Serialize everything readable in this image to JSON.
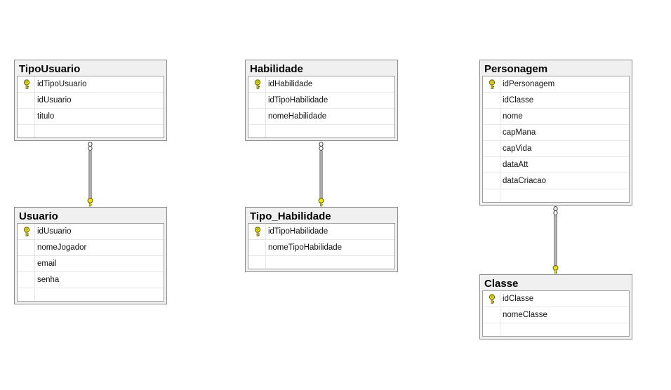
{
  "tables": [
    {
      "id": "tipousuario",
      "title": "TipoUsuario",
      "columns": [
        {
          "name": "idTipoUsuario",
          "pk": true
        },
        {
          "name": "idUsuario",
          "pk": false
        },
        {
          "name": "titulo",
          "pk": false
        }
      ]
    },
    {
      "id": "usuario",
      "title": "Usuario",
      "columns": [
        {
          "name": "idUsuario",
          "pk": true
        },
        {
          "name": "nomeJogador",
          "pk": false
        },
        {
          "name": "email",
          "pk": false
        },
        {
          "name": "senha",
          "pk": false
        }
      ]
    },
    {
      "id": "habilidade",
      "title": "Habilidade",
      "columns": [
        {
          "name": "idHabilidade",
          "pk": true
        },
        {
          "name": "idTipoHabilidade",
          "pk": false
        },
        {
          "name": "nomeHabilidade",
          "pk": false
        }
      ]
    },
    {
      "id": "tipo-habilidade",
      "title": "Tipo_Habilidade",
      "columns": [
        {
          "name": "idTipoHabilidade",
          "pk": true
        },
        {
          "name": "nomeTipoHabilidade",
          "pk": false
        }
      ]
    },
    {
      "id": "personagem",
      "title": "Personagem",
      "columns": [
        {
          "name": "idPersonagem",
          "pk": true
        },
        {
          "name": "idClasse",
          "pk": false
        },
        {
          "name": "nome",
          "pk": false
        },
        {
          "name": "capMana",
          "pk": false
        },
        {
          "name": "capVida",
          "pk": false
        },
        {
          "name": "dataAtt",
          "pk": false
        },
        {
          "name": "dataCriacao",
          "pk": false
        }
      ]
    },
    {
      "id": "classe",
      "title": "Classe",
      "columns": [
        {
          "name": "idClasse",
          "pk": true
        },
        {
          "name": "nomeClasse",
          "pk": false
        }
      ]
    }
  ],
  "relationships": [
    {
      "from": "tipousuario",
      "to": "usuario",
      "from_end": "many",
      "to_end": "one-key"
    },
    {
      "from": "habilidade",
      "to": "tipo-habilidade",
      "from_end": "many",
      "to_end": "one-key"
    },
    {
      "from": "personagem",
      "to": "classe",
      "from_end": "many",
      "to_end": "one-key"
    }
  ],
  "colors": {
    "key_fill": "#f2e600",
    "key_stroke": "#5a5a00",
    "border": "#8c8c8c",
    "header_bg": "#f0f0f0",
    "link": "#404040"
  }
}
